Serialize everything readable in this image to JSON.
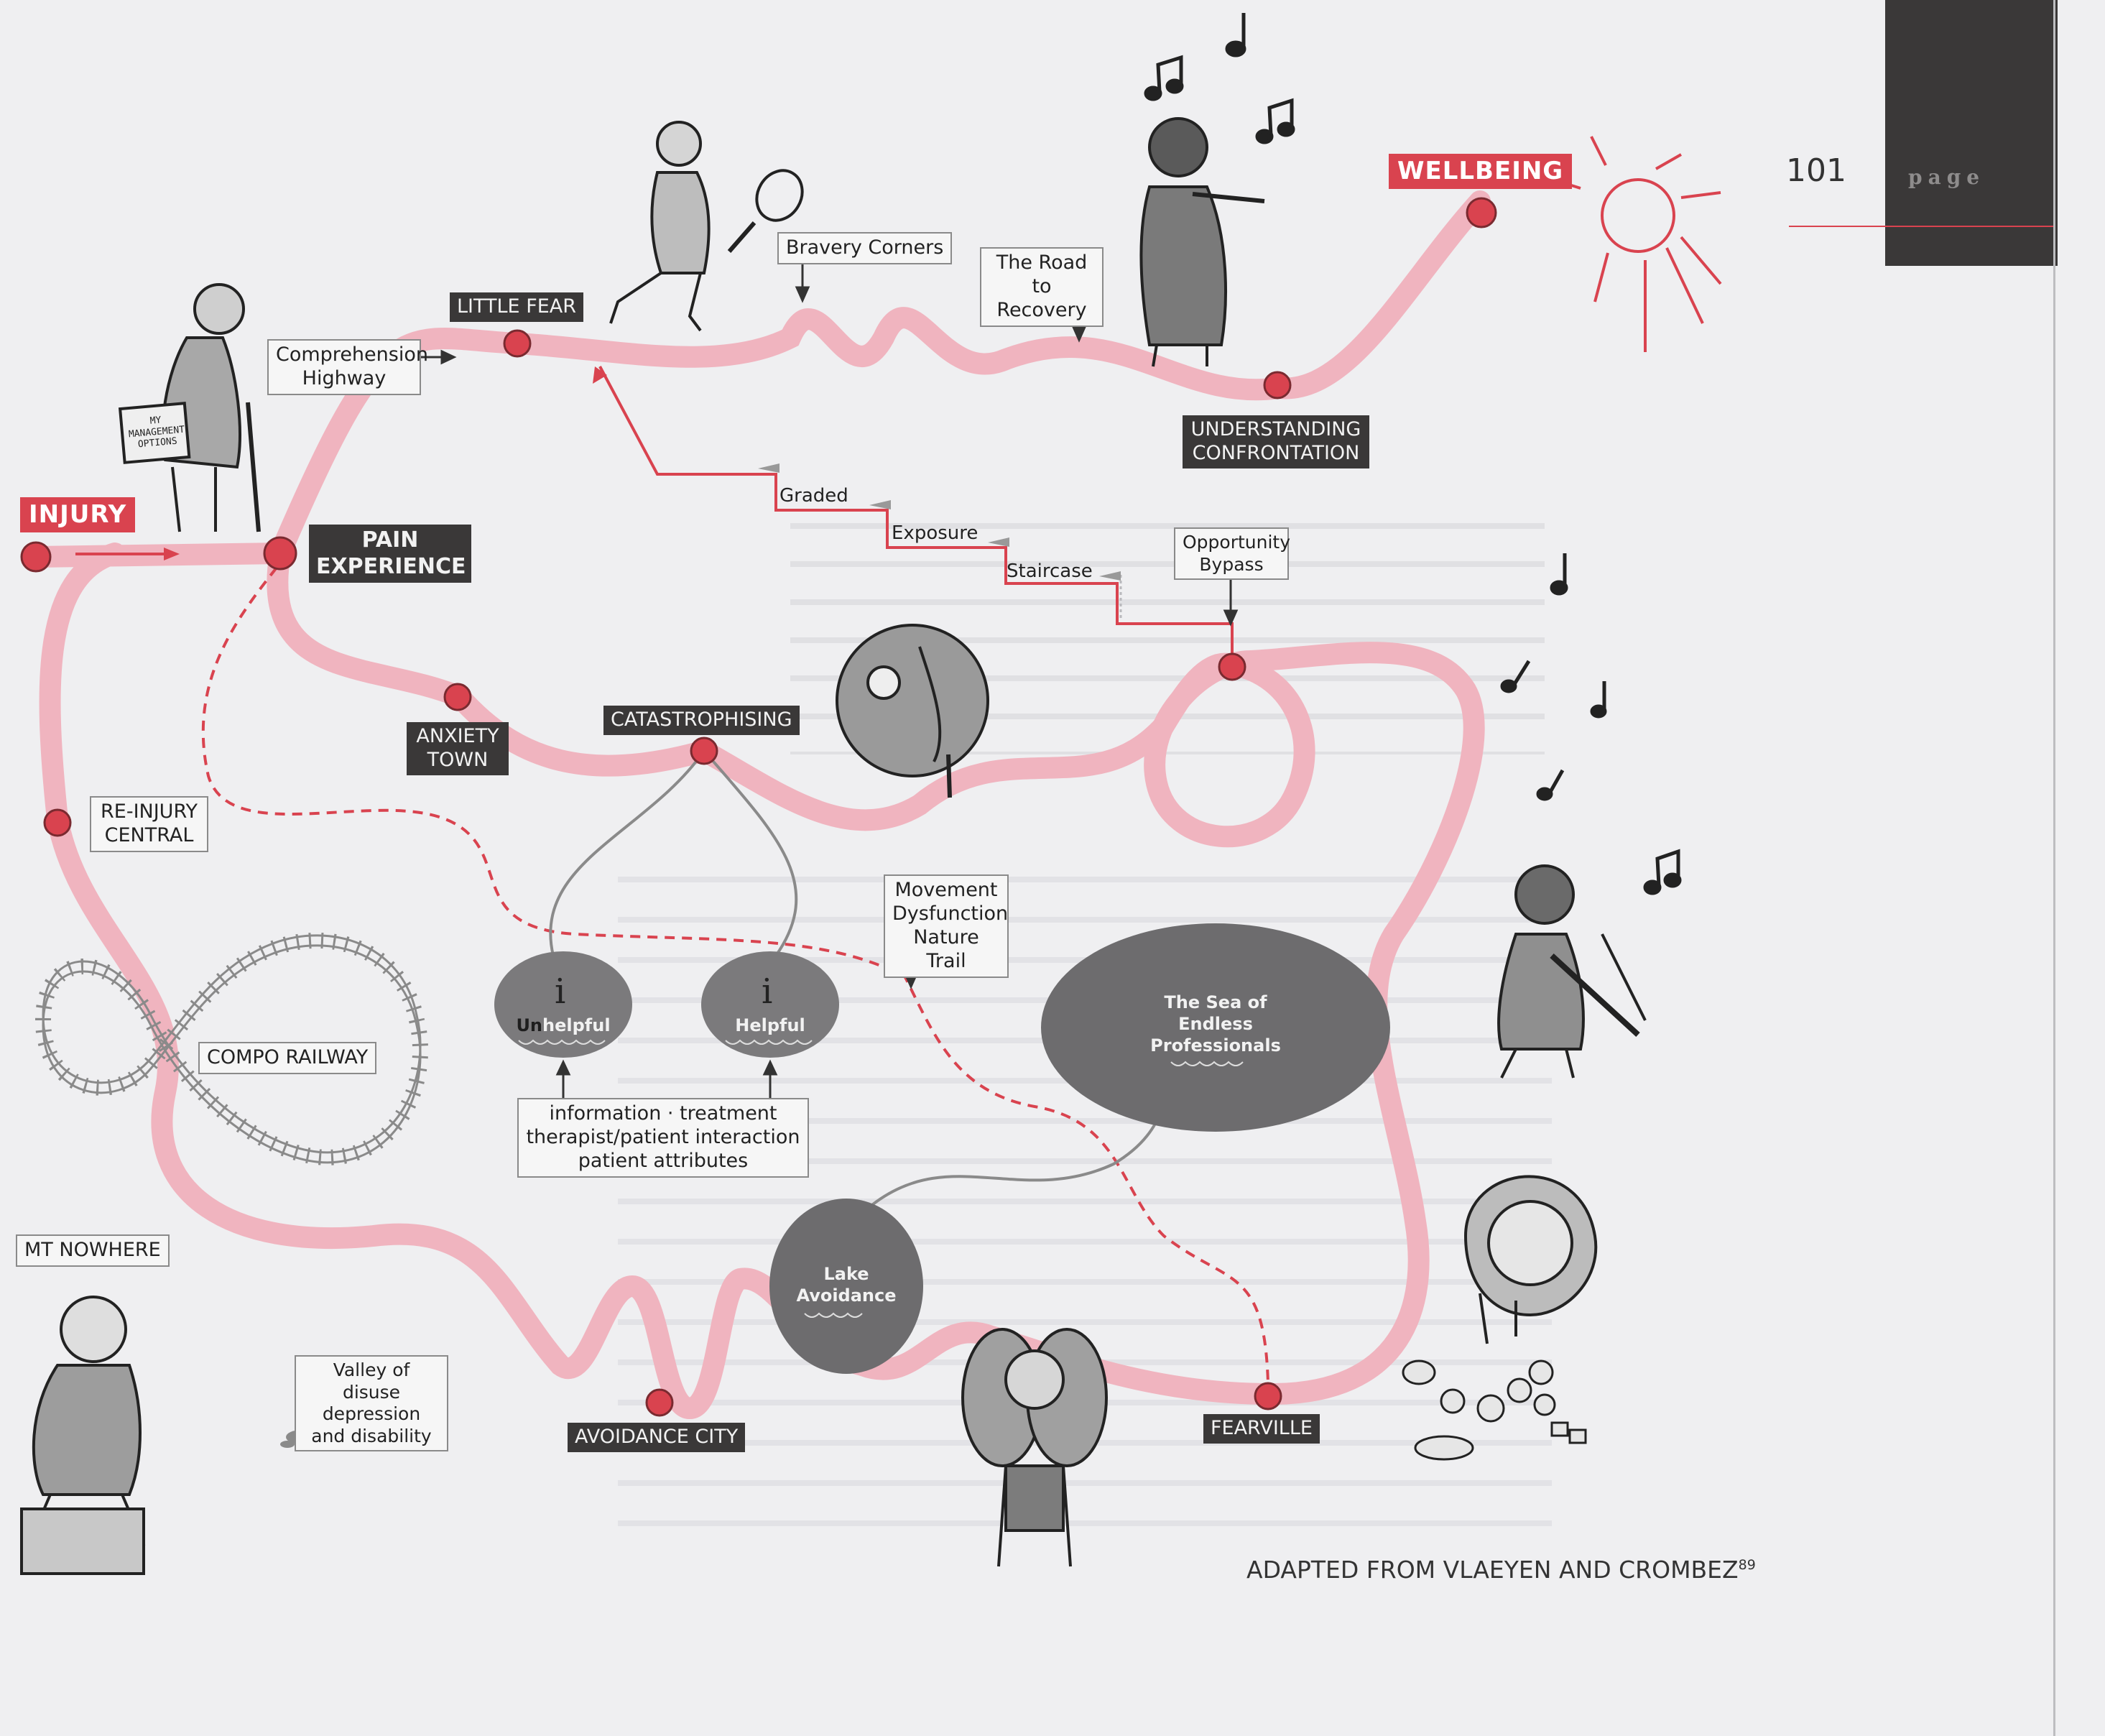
{
  "page_number": "101",
  "page_tab_text": "page",
  "places": {
    "injury": "INJURY",
    "pain_experience": "PAIN EXPERIENCE",
    "little_fear": "LITTLE FEAR",
    "anxiety_town": "ANXIETY TOWN",
    "catastrophising": "CATASTROPHISING",
    "re_injury_central": "RE-INJURY CENTRAL",
    "understanding_confrontation": "UNDERSTANDING CONFRONTATION",
    "wellbeing": "WELLBEING",
    "mt_nowhere": "MT NOWHERE",
    "avoidance_city": "AVOIDANCE CITY",
    "fearville": "FEARVILLE",
    "compo_railway": "COMPO RAILWAY"
  },
  "signs": {
    "comprehension_highway": "Comprehension Highway",
    "bravery_corners": "Bravery Corners",
    "road_to_recovery": "The Road to Recovery",
    "opportunity_bypass": "Opportunity Bypass",
    "movement_trail": "Movement Dysfunction Nature Trail",
    "valley": "Valley of disuse depression and disability",
    "info_box_line1": "information · treatment",
    "info_box_line2": "therapist/patient interaction",
    "info_box_line3": "patient attributes"
  },
  "staircase": {
    "graded": "Graded",
    "exposure": "Exposure",
    "staircase": "Staircase"
  },
  "info_points": {
    "unhelpful_prefix": "Un",
    "unhelpful_rest": "helpful",
    "helpful": "Helpful",
    "icon_letter": "i"
  },
  "water": {
    "sea": "The Sea of Endless Professionals",
    "lake": "Lake Avoidance"
  },
  "credit": "ADAPTED FROM VLAEYEN AND CROMBEZ",
  "credit_sup": "89",
  "handwritten_bag_text": "MY MANAGEMENT OPTIONS",
  "colors": {
    "road": "#f0b4bf",
    "node": "#d9434f",
    "dark_label": "#3a3838",
    "water": "#6d6c6e",
    "background": "#efeff1",
    "page_tab": "#3a3838"
  }
}
